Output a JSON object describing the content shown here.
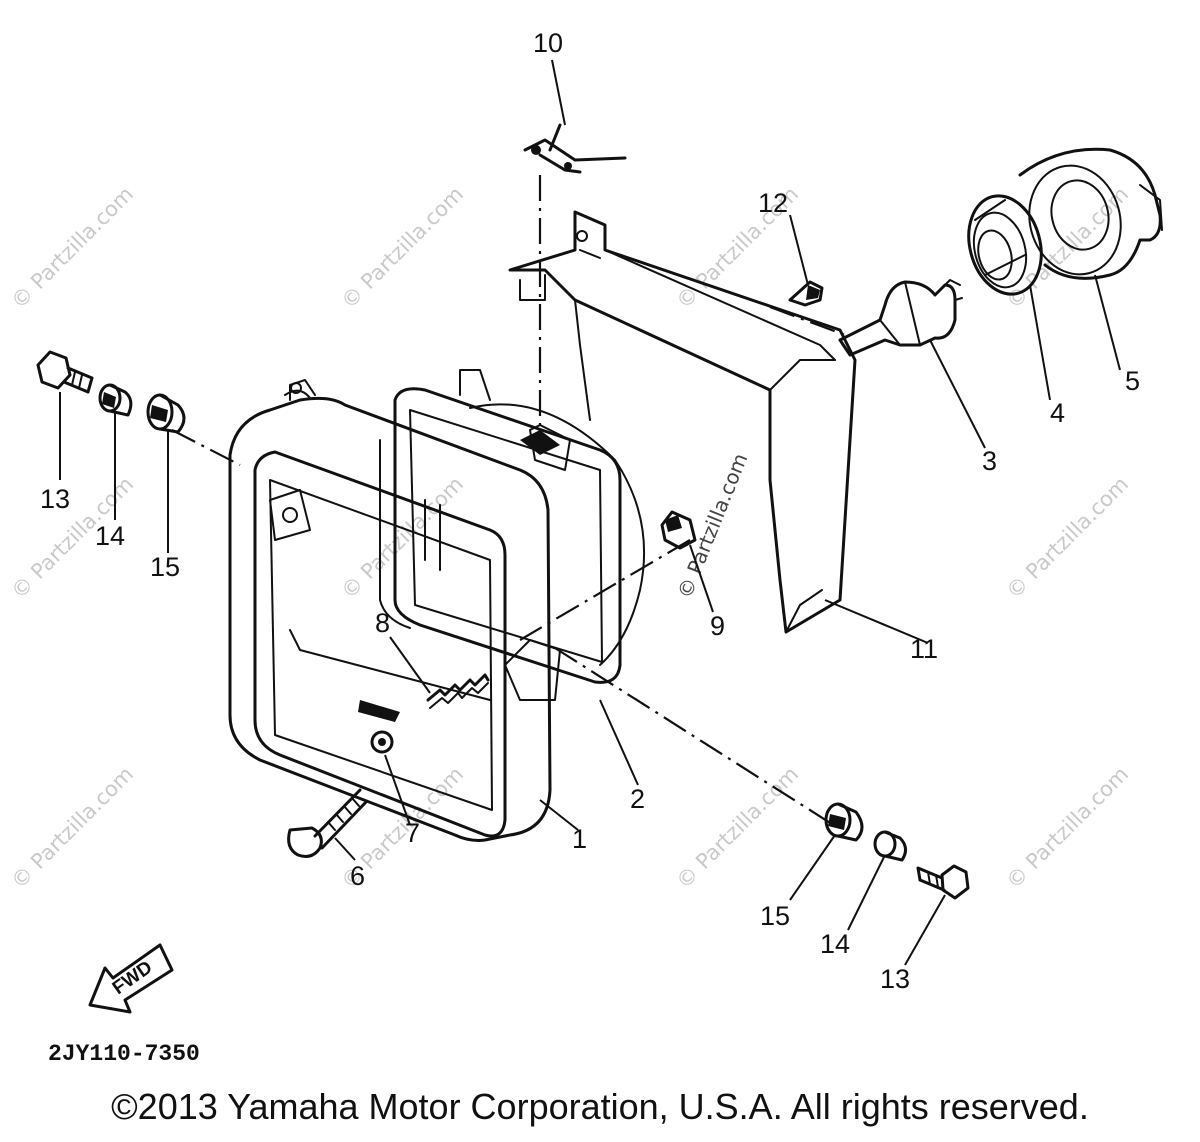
{
  "diagram": {
    "part_numbers": [
      "1",
      "2",
      "3",
      "4",
      "5",
      "6",
      "7",
      "8",
      "9",
      "10",
      "11",
      "12",
      "13",
      "14",
      "15",
      "13",
      "14",
      "15"
    ],
    "watermark": "© Partzilla.com",
    "fwd_label": "FWD",
    "diagram_code": "2JY110-7350"
  },
  "footer": {
    "copyright": "©2013 Yamaha Motor Corporation, U.S.A. All rights reserved."
  }
}
